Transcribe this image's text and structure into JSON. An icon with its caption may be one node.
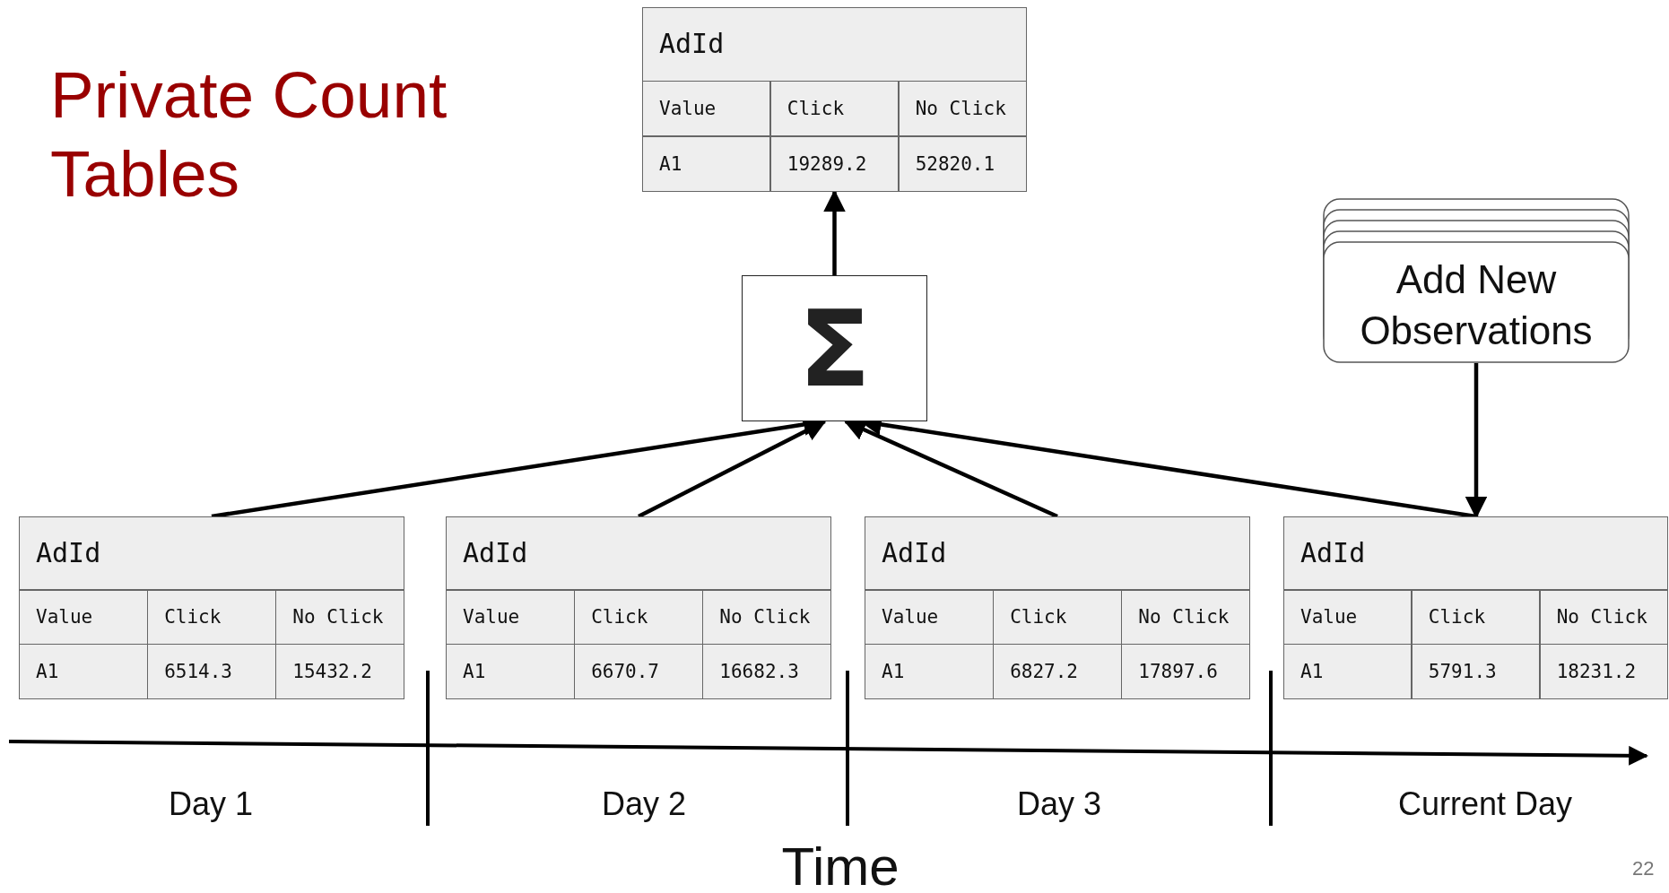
{
  "diagram": {
    "title": "Private Count Tables",
    "nodes": [
      {
        "text": [
          "AdId",
          "Value",
          "Click",
          "No Click",
          "A1",
          "19289.2",
          "52820.1"
        ]
      },
      {
        "text": [
          "Σ"
        ]
      },
      {
        "text": [
          "Add New Observations"
        ]
      },
      {
        "text": [
          "AdId",
          "Value",
          "Click",
          "No Click",
          "A1",
          "6514.3",
          "15432.2"
        ]
      },
      {
        "text": [
          "AdId",
          "Value",
          "Click",
          "No Click",
          "A1",
          "6670.7",
          "16682.3"
        ]
      },
      {
        "text": [
          "AdId",
          "Value",
          "Click",
          "No Click",
          "A1",
          "6827.2",
          "17897.6"
        ]
      },
      {
        "text": [
          "AdId",
          "Value",
          "Click",
          "No Click",
          "A1",
          "5791.3",
          "18231.2"
        ]
      }
    ],
    "edges": [
      {
        "from": 1,
        "to": 0,
        "arrow": "to"
      },
      {
        "from": 3,
        "to": 1,
        "arrow": "to"
      },
      {
        "from": 4,
        "to": 1,
        "arrow": "to"
      },
      {
        "from": 5,
        "to": 1,
        "arrow": "to"
      },
      {
        "from": 6,
        "to": 1,
        "arrow": "to"
      },
      {
        "from": 2,
        "to": 6,
        "arrow": "to"
      }
    ],
    "labels": [
      "Day 1",
      "Day 2",
      "Day 3",
      "Current Day",
      "Time",
      "22"
    ]
  }
}
